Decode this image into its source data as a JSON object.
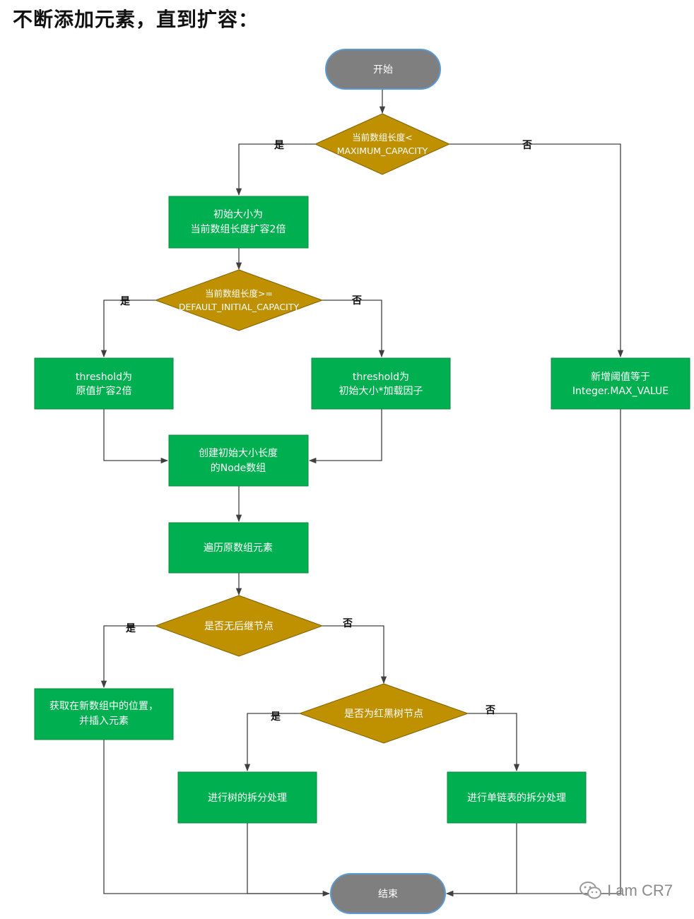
{
  "title": "不断添加元素，直到扩容：",
  "nodes": {
    "start": "开始",
    "cond_max": [
      "当前数组长度<",
      "MAXIMUM_CAPACITY"
    ],
    "init_size": [
      "初始大小为",
      "当前数组长度扩容2倍"
    ],
    "cond_default": [
      "当前数组长度>=",
      "DEFAULT_INITIAL_CAPACITY"
    ],
    "threshold_double": [
      "threshold为",
      "原值扩容2倍"
    ],
    "threshold_factor": [
      "threshold为",
      "初始大小*加载因子"
    ],
    "threshold_max": [
      "新增阈值等于",
      "Integer.MAX_VALUE"
    ],
    "create_array": [
      "创建初始大小长度",
      "的Node数组"
    ],
    "traverse": "遍历原数组元素",
    "cond_no_next": "是否无后继节点",
    "insert_new": [
      "获取在新数组中的位置，",
      "并插入元素"
    ],
    "cond_tree": "是否为红黑树节点",
    "split_tree": "进行树的拆分处理",
    "split_list": "进行单链表的拆分处理",
    "end": "结束"
  },
  "labels": {
    "yes": "是",
    "no": "否"
  },
  "watermark": {
    "text": "I am CR7",
    "icon": "wechat-icon"
  },
  "colors": {
    "process": "#00b050",
    "decision": "#bf9000",
    "terminal": "#7f7f7f",
    "terminal_border": "#5b9bd5",
    "connector": "#404040"
  }
}
